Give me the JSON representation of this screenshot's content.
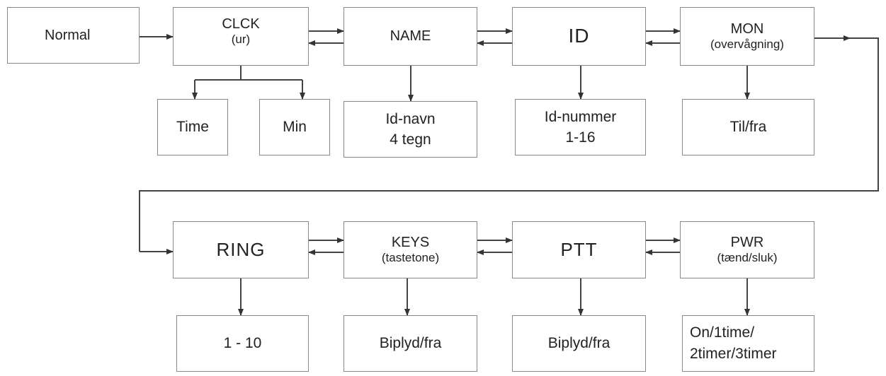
{
  "diagram": {
    "nodes": {
      "normal": "Normal",
      "clck": {
        "title": "CLCK",
        "sub": "(ur)"
      },
      "name": "NAME",
      "id": "ID",
      "mon": {
        "title": "MON",
        "sub": "(overvågning)"
      },
      "time": "Time",
      "min": "Min",
      "idnavn": {
        "line1": "Id-navn",
        "line2": "4 tegn"
      },
      "idnummer": {
        "line1": "Id-nummer",
        "line2": "1-16"
      },
      "tilfra": "Til/fra",
      "ring": "RING",
      "keys": {
        "title": "KEYS",
        "sub": "(tastetone)"
      },
      "ptt": "PTT",
      "pwr": {
        "title": "PWR",
        "sub": "(tænd/sluk)"
      },
      "ring_values": "1 - 10",
      "keys_values": "Biplyd/fra",
      "ptt_values": "Biplyd/fra",
      "pwr_values": {
        "line1": "On/1time/",
        "line2": "2timer/3timer"
      }
    }
  }
}
